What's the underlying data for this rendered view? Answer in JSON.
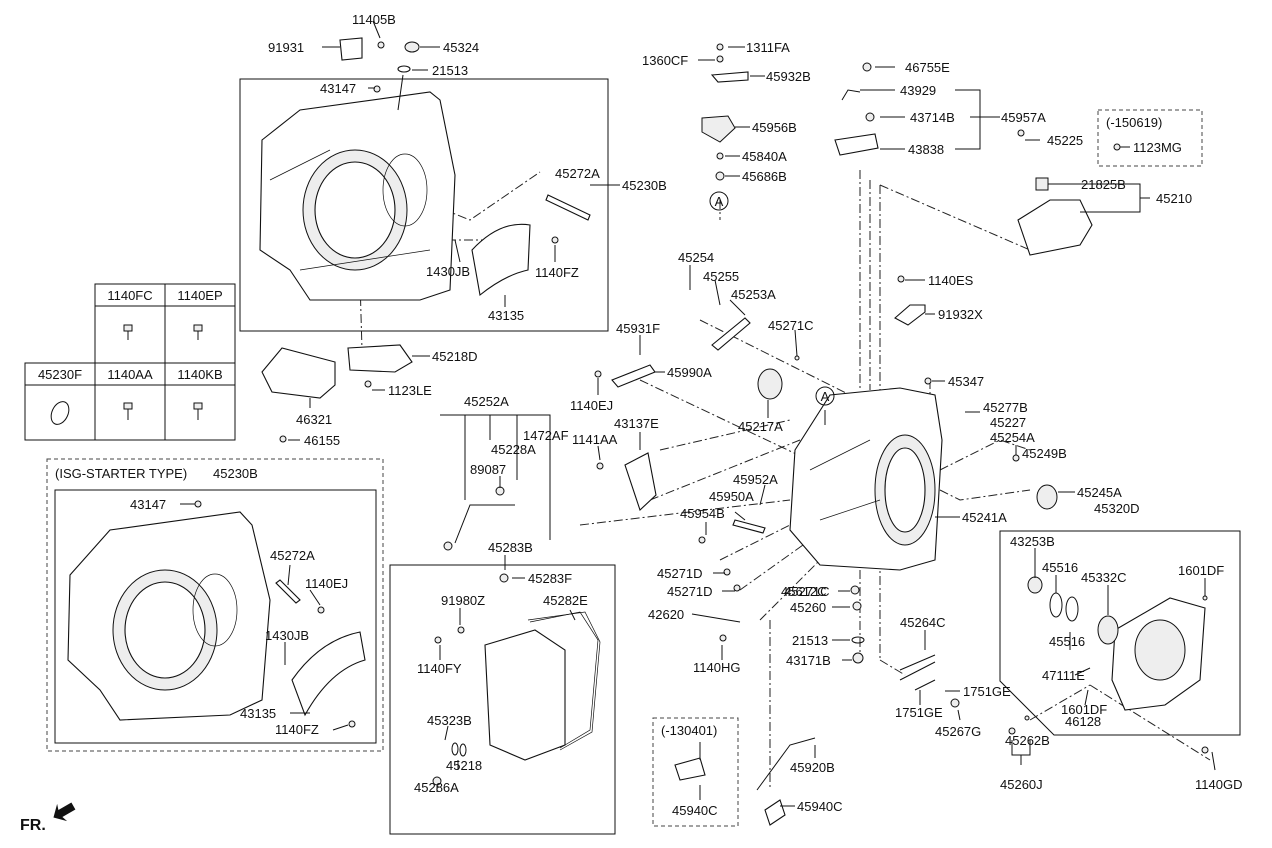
{
  "diagram": {
    "labels": {
      "p11405B": "11405B",
      "p91931": "91931",
      "p45324": "45324",
      "p21513a": "21513",
      "p43147a": "43147",
      "p45272Aa": "45272A",
      "p45230Ba": "45230B",
      "p1430JBa": "1430JB",
      "p1140FZa": "1140FZ",
      "p43135a": "43135",
      "p45218D": "45218D",
      "p1123LE": "1123LE",
      "p46321": "46321",
      "p46155": "46155",
      "p1311FA": "1311FA",
      "p1360CF": "1360CF",
      "p45932B": "45932B",
      "p45956B": "45956B",
      "p45840A": "45840A",
      "p45686B": "45686B",
      "circleA1": "A",
      "p46755E": "46755E",
      "p43929": "43929",
      "p43714B": "43714B",
      "p45957A": "45957A",
      "p43838": "43838",
      "p45225": "45225",
      "p150619": "(-150619)",
      "p1123MG": "1123MG",
      "p21825B": "21825B",
      "p45210": "45210",
      "p45254": "45254",
      "p45255": "45255",
      "p45253A": "45253A",
      "p45271Ca": "45271C",
      "p1140ES": "1140ES",
      "p91932X": "91932X",
      "p45931F": "45931F",
      "p45990A": "45990A",
      "p1140EJa": "1140EJ",
      "p45217A": "45217A",
      "circleA2": "A",
      "p45347": "45347",
      "p45277B": "45277B",
      "p45227": "45227",
      "p45254A": "45254A",
      "p45249B": "45249B",
      "p45245A": "45245A",
      "p45320D": "45320D",
      "p45241A": "45241A",
      "p45252A": "45252A",
      "p1472AF": "1472AF",
      "p45228A": "45228A",
      "p1141AA": "1141AA",
      "p43137E": "43137E",
      "p89087": "89087",
      "p45952A": "45952A",
      "p45950A": "45950A",
      "p45954B": "45954B",
      "p45283B": "45283B",
      "p45283F": "45283F",
      "p91980Z": "91980Z",
      "p45282E": "45282E",
      "p1140FY": "1140FY",
      "p45323B": "45323B",
      "p45218": "45218",
      "p45286A": "45286A",
      "p45271Cb": "45271C",
      "p45271D1": "45271D",
      "p45271D2": "45271D",
      "p45612C": "45612C",
      "p45260": "45260",
      "p42620": "42620",
      "p1140HG": "1140HG",
      "p21513b": "21513",
      "p43171B": "43171B",
      "p43253B": "43253B",
      "p45516a": "45516",
      "p45332C": "45332C",
      "p1601DFa": "1601DF",
      "p45516b": "45516",
      "p47111E": "47111E",
      "p1601DFb": "1601DF",
      "p46128": "46128",
      "p45264C": "45264C",
      "p1751GEa": "1751GE",
      "p1751GEb": "1751GE",
      "p45267G": "45267G",
      "p45262B": "45262B",
      "p45260J": "45260J",
      "p1140GD": "1140GD",
      "p130401": "(-130401)",
      "p45940Ca": "45940C",
      "p45920B": "45920B",
      "p45940Cb": "45940C",
      "isgTitle": "(ISG-STARTER TYPE)",
      "p45230Bb": "45230B",
      "p43147b": "43147",
      "p45272Ab": "45272A",
      "p1140EJb": "1140EJ",
      "p1430JBb": "1430JB",
      "p43135b": "43135",
      "p1140FZb": "1140FZ",
      "fr": "FR."
    },
    "fastener_table": {
      "headers_row1": [
        "1140FC",
        "1140EP"
      ],
      "headers_row2": [
        "45230F",
        "1140AA",
        "1140KB"
      ]
    }
  }
}
